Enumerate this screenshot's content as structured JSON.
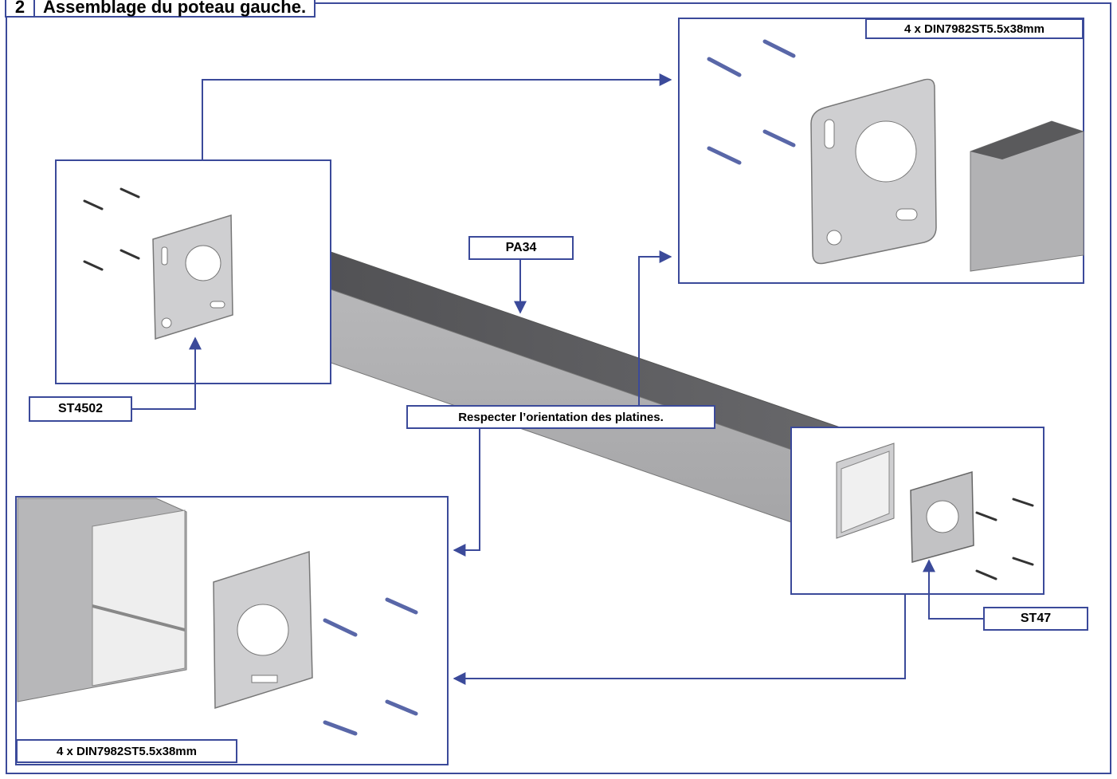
{
  "title": {
    "number": "2",
    "text": "Assemblage du poteau gauche."
  },
  "labels": {
    "profile": "PA34",
    "plate_left": "ST4502",
    "plate_right": "ST47",
    "screws_top": "4 x DIN7982ST5.5x38mm",
    "screws_bottom": "4 x DIN7982ST5.5x38mm",
    "note": "Respecter l’orientation des platines."
  },
  "colors": {
    "frame_blue": "#3b4a9a",
    "profile_top": "#5a5a5c",
    "profile_side": "#b4b4b6",
    "plate_gray": "#c9c9cb",
    "screw_blue": "#5967a8"
  }
}
